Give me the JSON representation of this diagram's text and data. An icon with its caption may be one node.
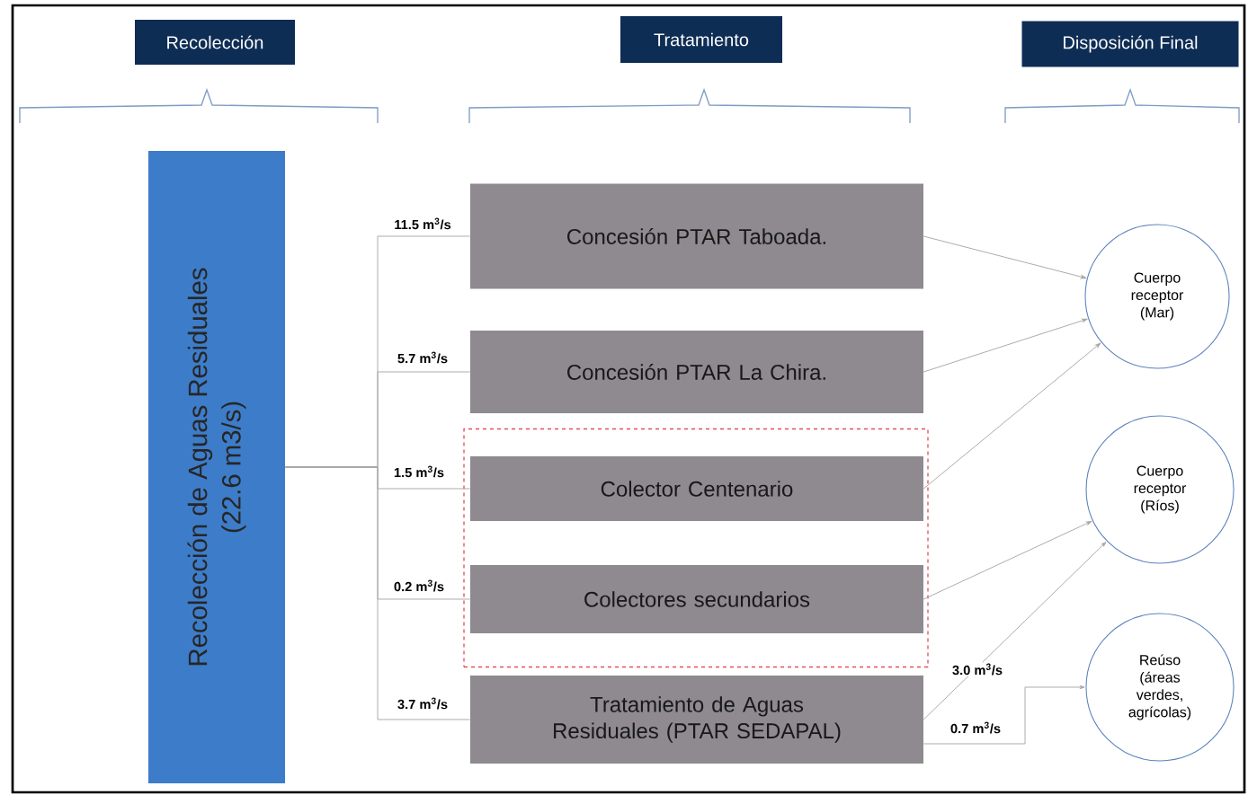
{
  "diagram": {
    "nodes": [
      {
        "text": [
          "Recolección"
        ]
      },
      {
        "text": [
          "Tratamiento"
        ]
      },
      {
        "text": [
          "Disposición Final"
        ]
      },
      {
        "text": [
          "Recolección de Aguas Residuales (22.6 m3/s)"
        ]
      },
      {
        "text": [
          "Concesión PTAR Taboada."
        ]
      },
      {
        "text": [
          "Concesión PTAR La Chira."
        ]
      },
      {
        "text": [],
        "shape": "box"
      },
      {
        "text": [
          "Colector Centenario"
        ],
        "in": 6
      },
      {
        "text": [
          "Colectores secundarios"
        ],
        "in": 6
      },
      {
        "text": [
          "Tratamiento de Aguas Residuales (PTAR SEDAPAL)"
        ]
      },
      {
        "text": [
          "Cuerpo receptor (Mar)"
        ]
      },
      {
        "text": [
          "Cuerpo receptor (Ríos)"
        ]
      },
      {
        "text": [
          "Reúso (áreas verdes, agrícolas)"
        ]
      }
    ],
    "edges": [
      {
        "from": 3,
        "to": 4,
        "arrow": "none",
        "label": "11.5 m$^{3}$/s"
      },
      {
        "from": 3,
        "to": 5,
        "arrow": "none",
        "label": "5.7 m$^{3}$/s"
      },
      {
        "from": 3,
        "to": 7,
        "arrow": "none",
        "label": "1.5 m$^{3}$/s"
      },
      {
        "from": 3,
        "to": 8,
        "arrow": "none",
        "label": "0.2 m$^{3}$/s"
      },
      {
        "from": 3,
        "to": 9,
        "arrow": "none",
        "label": "3.7 m$^{3}$/s"
      },
      {
        "from": 4,
        "to": 10,
        "arrow": "to"
      },
      {
        "from": 5,
        "to": 10,
        "arrow": "to"
      },
      {
        "from": 7,
        "to": 10,
        "arrow": "to"
      },
      {
        "from": 8,
        "to": 11,
        "arrow": "to"
      },
      {
        "from": 9,
        "to": 11,
        "arrow": "to",
        "label": "3.0 m$^{3}$/s"
      },
      {
        "from": 9,
        "to": 12,
        "arrow": "to",
        "label": "0.7 m$^{3}$/s"
      }
    ]
  }
}
